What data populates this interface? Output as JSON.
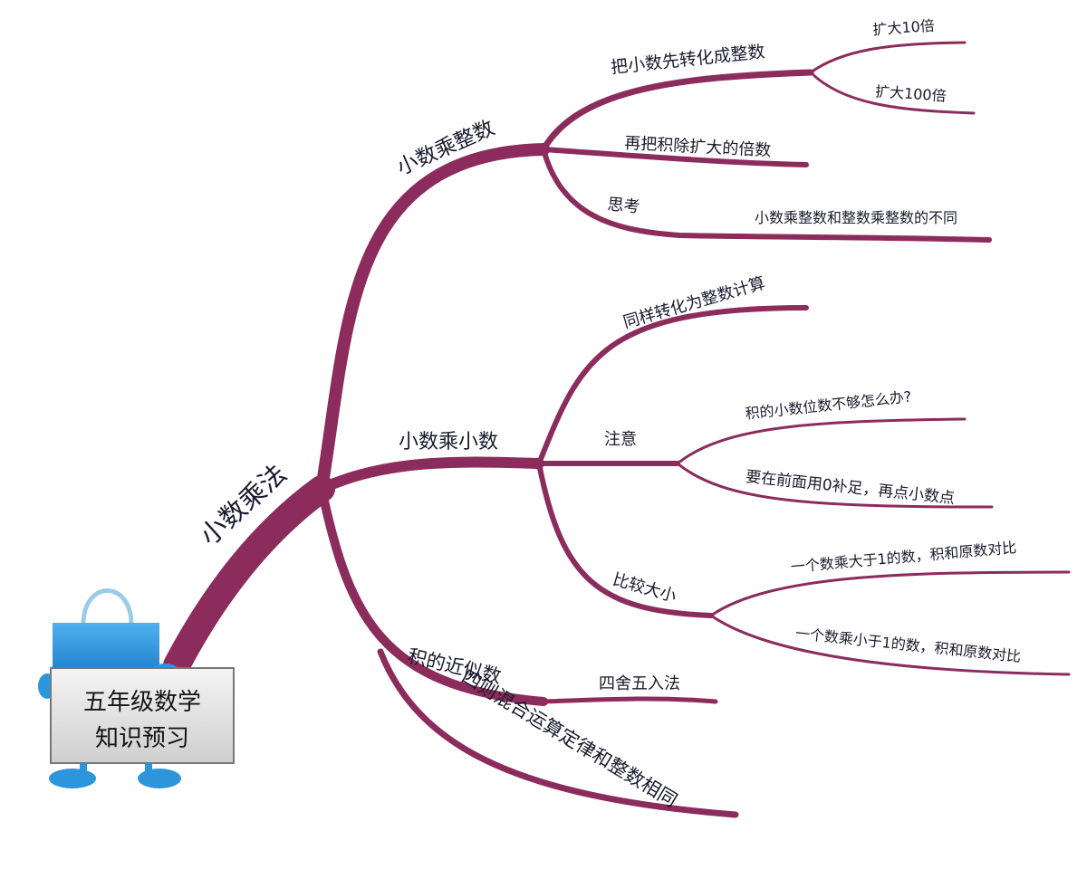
{
  "board": {
    "line1": "五年级数学",
    "line2": "知识预习"
  },
  "root": "小数乘法",
  "branches": {
    "b1": {
      "label": "小数乘整数",
      "children": {
        "c1": {
          "label": "把小数先转化成整数",
          "leaf1": "扩大10倍",
          "leaf2": "扩大100倍"
        },
        "c2": {
          "label": "再把积除扩大的倍数"
        },
        "c3": {
          "label": "思考",
          "leaf": "小数乘整数和整数乘整数的不同"
        }
      }
    },
    "b2": {
      "label": "小数乘小数",
      "children": {
        "c1": {
          "label": "同样转化为整数计算"
        },
        "c2": {
          "label": "注意",
          "leaf1": "积的小数位数不够怎么办?",
          "leaf2": "要在前面用0补足，再点小数点"
        },
        "c3": {
          "label": "比较大小",
          "leaf1": "一个数乘大于1的数，积和原数对比",
          "leaf2": "一个数乘小于1的数，积和原数对比"
        }
      }
    },
    "b3": {
      "label": "积的近似数",
      "leaf": "四舍五入法"
    },
    "b4": {
      "label": "四则混合运算定律和整数相同"
    }
  },
  "colors": {
    "branch": "#8c2c5c",
    "bag": "#1e88d8",
    "board": "#e6e6e6"
  }
}
